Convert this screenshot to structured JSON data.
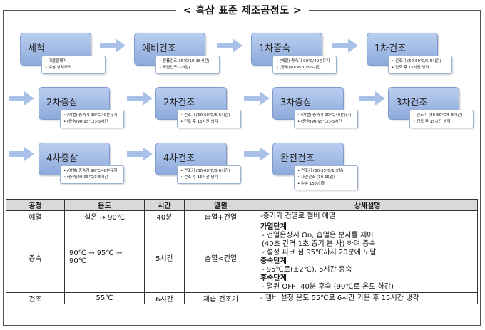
{
  "title": "< 흑삼 표준 제조공정도 >",
  "steps": [
    {
      "name": "세척",
      "details": [
        "이물질제거",
        "수삼 상처주의"
      ]
    },
    {
      "name": "예비건조",
      "details": [
        "광풍건조(35℃/10-15시간)",
        "자연건조(2-3일)"
      ]
    },
    {
      "name": "1차증숙",
      "details": [
        "(예열) 증숙기 90℃/40분유지",
        "(증숙)90-95℃/3-5시간"
      ]
    },
    {
      "name": "1차건조",
      "details": [
        "건조기 (50-60℃/5-6시간)",
        "건조 후 15시간 냉각"
      ]
    },
    {
      "name": "2차증삼",
      "details": [
        "(예열) 증숙기 90℃/40분유지",
        "(증숙)90-95℃/3-5시간"
      ]
    },
    {
      "name": "2차건조",
      "details": [
        "건조기 (50-60℃/5-6시간)",
        "건조 후 15시간 냉각"
      ]
    },
    {
      "name": "3차증삼",
      "details": [
        "(예열) 증숙기 90℃/40분유지",
        "(증숙)90-95℃/3-5시간"
      ]
    },
    {
      "name": "3차건조",
      "details": [
        "건조기 (50-60℃/5-6시간)",
        "건조 후 15시간 냉각"
      ]
    },
    {
      "name": "4차증삼",
      "details": [
        "(예열) 증숙기 90℃/40분유지",
        "(증숙)90-95℃/3-5시간"
      ]
    },
    {
      "name": "4차건조",
      "details": [
        "건조기 (50-60℃/5-6시간)",
        "건조 후 15시간 냉각"
      ]
    },
    {
      "name": "완전건조",
      "details": [
        "건조기 (30-35℃/1-3일)",
        "자연건조 (10-15일)",
        "수분 15%이하"
      ]
    }
  ],
  "table": {
    "headers": [
      "공정",
      "온도",
      "시간",
      "열원",
      "상세설명"
    ],
    "rows": [
      {
        "process": "예열",
        "temp": "실온 → 90℃",
        "time": "40분",
        "heat": "습열+건열",
        "desc": "-증기와 건열로 챔버 예열"
      },
      {
        "process": "증숙",
        "temp": "90℃ → 95℃ → 90℃",
        "time": "5시간",
        "heat": "습열<건열",
        "desc_lines": [
          {
            "text": "가열단계",
            "bold": true
          },
          {
            "text": "- 건열온상시 On, 습열은 분사를 제어",
            "bold": false
          },
          {
            "text": "(40초 간격 1초 증기 분 사) 하며 증숙",
            "bold": false
          },
          {
            "text": "- 설정 피크 점 95℃까지 20분에 도달",
            "bold": false
          },
          {
            "text": "증숙단계",
            "bold": true
          },
          {
            "text": "- 95℃로(±2℃), 5시간 증숙",
            "bold": false
          },
          {
            "text": "후숙단계",
            "bold": true
          },
          {
            "text": "- 열원 OFF, 40분 후숙 (90℃로 온도 하강)",
            "bold": false
          }
        ]
      },
      {
        "process": "건조",
        "temp": "55℃",
        "time": "6시간",
        "heat": "제습 건조기",
        "desc": "- 챔버 설정 온도 55℃로 6시간 가온 후 15시간 냉각"
      }
    ]
  },
  "colors": {
    "box_top": "#b9cef0",
    "box_bottom": "#8eaadb",
    "arrow": "#a9c1e8",
    "header_bg": "#d9d9d9"
  }
}
